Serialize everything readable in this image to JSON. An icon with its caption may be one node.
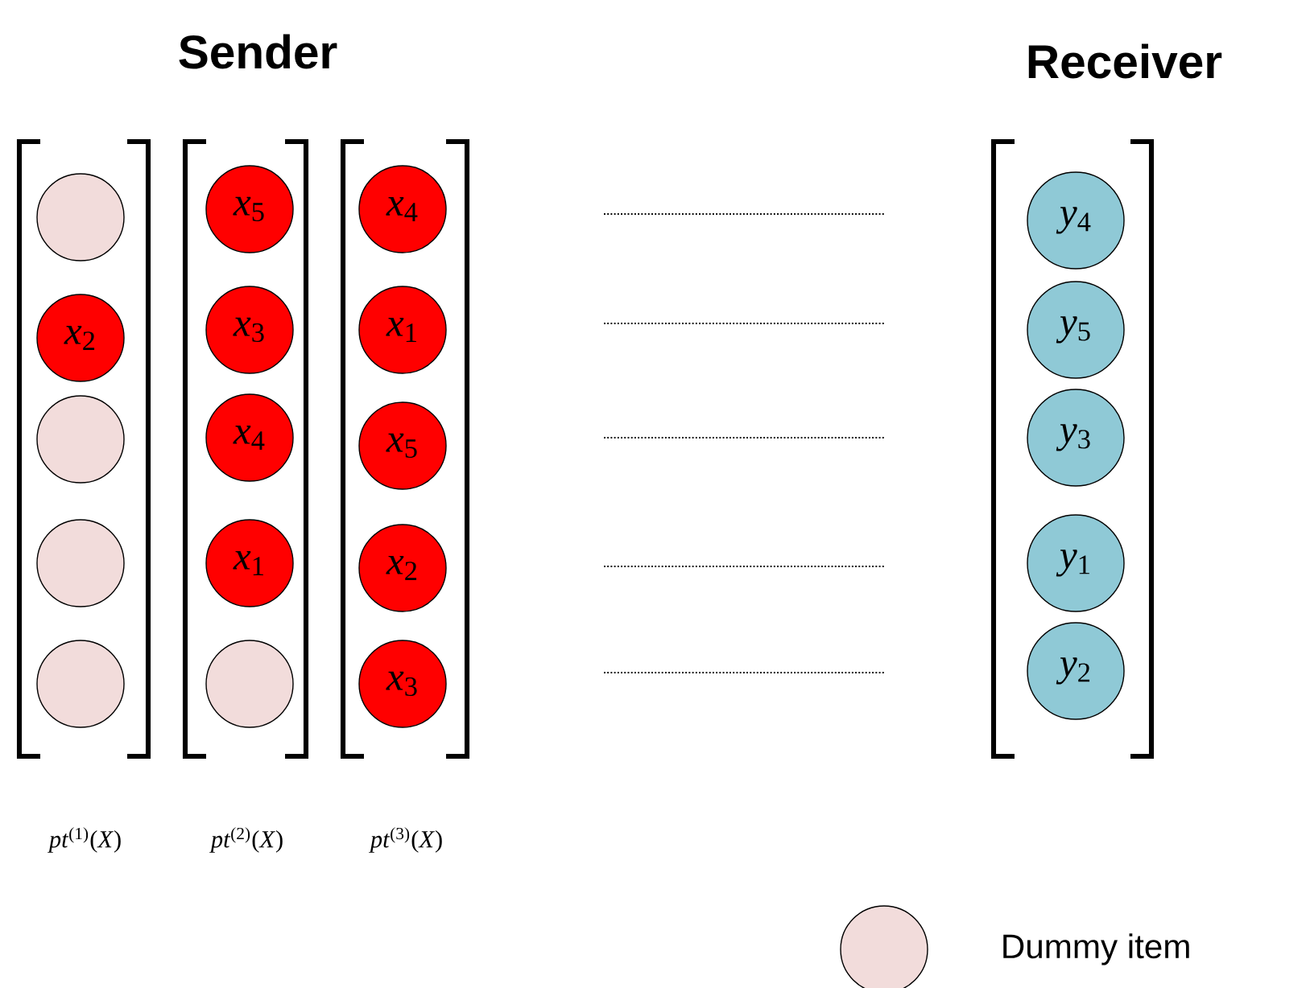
{
  "diagram": {
    "nodes": [
      {
        "text": [],
        "shape": "box",
        "beside": [
          "*pt*$^{(1)}$(*X*)"
        ]
      },
      {
        "text": [],
        "shape": "circle",
        "in": 0
      },
      {
        "text": [
          "*x*$_{2}$"
        ],
        "in": 0
      },
      {
        "text": [],
        "shape": "circle",
        "in": 0
      },
      {
        "text": [],
        "shape": "circle",
        "in": 0
      },
      {
        "text": [],
        "shape": "circle",
        "in": 0
      },
      {
        "text": [],
        "shape": "box",
        "beside": [
          "*pt*$^{(2)}$(*X*)"
        ]
      },
      {
        "text": [
          "*x*$_{5}$"
        ],
        "in": 6
      },
      {
        "text": [
          "*x*$_{3}$"
        ],
        "in": 6
      },
      {
        "text": [
          "*x*$_{4}$"
        ],
        "in": 6
      },
      {
        "text": [
          "*x*$_{1}$"
        ],
        "in": 6
      },
      {
        "text": [],
        "shape": "circle",
        "in": 6
      },
      {
        "text": [],
        "shape": "box",
        "beside": [
          "*pt*$^{(3)}$(*X*)"
        ]
      },
      {
        "text": [
          "*x*$_{4}$"
        ],
        "in": 12
      },
      {
        "text": [
          "*x*$_{1}$"
        ],
        "in": 12
      },
      {
        "text": [
          "*x*$_{5}$"
        ],
        "in": 12
      },
      {
        "text": [
          "*x*$_{2}$"
        ],
        "in": 12
      },
      {
        "text": [
          "*x*$_{3}$"
        ],
        "in": 12
      },
      {
        "text": [],
        "shape": "box"
      },
      {
        "text": [
          "*y*$_{4}$"
        ],
        "in": 18
      },
      {
        "text": [
          "*y*$_{5}$"
        ],
        "in": 18
      },
      {
        "text": [
          "*y*$_{3}$"
        ],
        "in": 18
      },
      {
        "text": [
          "*y*$_{1}$"
        ],
        "in": 18
      },
      {
        "text": [
          "*y*$_{2}$"
        ],
        "in": 18
      }
    ],
    "labels": [
      "Sender",
      "Receiver"
    ],
    "legend": [
      {
        "text": "Dummy item",
        "color": "#f2dcdb"
      }
    ]
  }
}
